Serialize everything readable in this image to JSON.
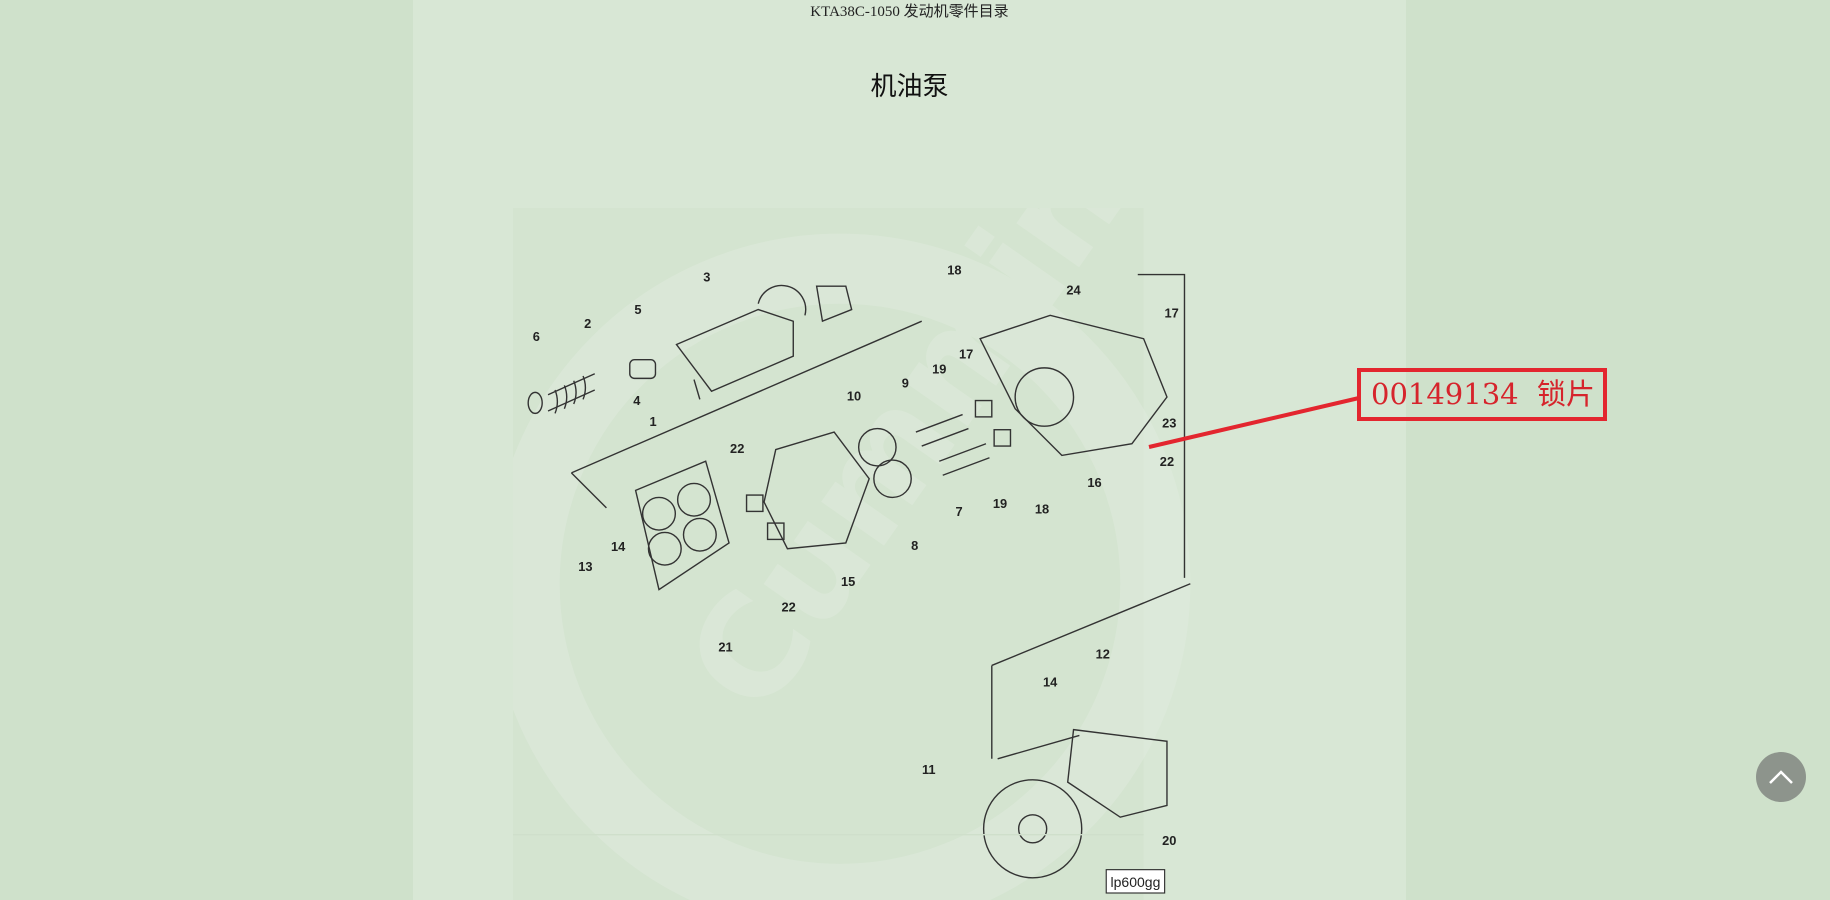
{
  "header": {
    "doc_title": "KTA38C-1050 发动机零件目录",
    "section_title": "机油泵"
  },
  "diagram": {
    "figure_code": "lp600gg",
    "watermark": "Cummins",
    "callout_labels": [
      "6",
      "2",
      "5",
      "3",
      "4",
      "1",
      "18",
      "24",
      "17",
      "17",
      "19",
      "9",
      "10",
      "23",
      "22",
      "22",
      "16",
      "7",
      "19",
      "18",
      "8",
      "15",
      "22",
      "14",
      "13",
      "21",
      "12",
      "14",
      "11",
      "20"
    ]
  },
  "callout": {
    "part_number": "00149134",
    "part_name": "锁片",
    "color": "#e3262f"
  },
  "scroll_top": {
    "icon": "chevron-up-icon"
  }
}
